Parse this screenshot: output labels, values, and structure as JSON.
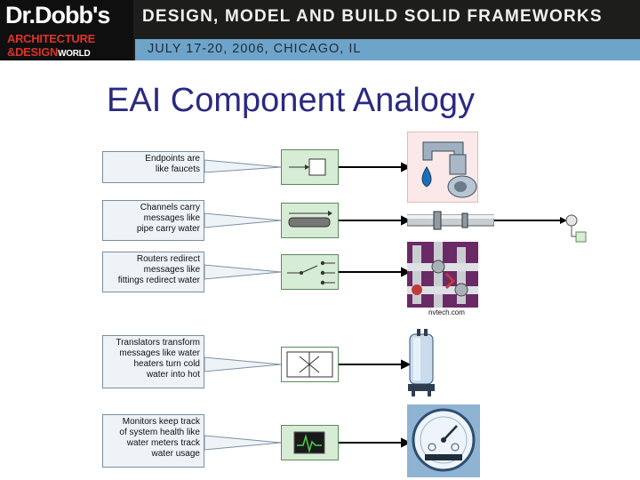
{
  "header": {
    "logo_line1": "Dr.Dobb's",
    "logo_line2": "ARCHITECTURE",
    "logo_line3": "&DESIGN",
    "logo_line3_suffix": "WORLD",
    "tagline": "DESIGN, MODEL AND BUILD SOLID FRAMEWORKS",
    "dateline": "JULY 17-20, 2006, CHICAGO, IL"
  },
  "slide": {
    "title": "EAI Component Analogy"
  },
  "analogies": [
    {
      "lines": [
        "Endpoints are",
        "like faucets"
      ]
    },
    {
      "lines": [
        "Channels carry",
        "messages like",
        "pipe carry water"
      ]
    },
    {
      "lines": [
        "Routers redirect",
        "messages like",
        "fittings redirect water"
      ]
    },
    {
      "lines": [
        "Translators transform",
        "messages like water",
        "heaters turn cold",
        "water into hot"
      ]
    },
    {
      "lines": [
        "Monitors keep track",
        "of system health like",
        "water meters track",
        "water usage"
      ]
    }
  ],
  "image_credit": "nvtech.com",
  "colors": {
    "banner": "#1d1d1b",
    "dateline_bar": "#6ea4c9",
    "title": "#2a2a80",
    "component_fill": "#d7ecd4",
    "callout_fill": "#eef3f7"
  }
}
